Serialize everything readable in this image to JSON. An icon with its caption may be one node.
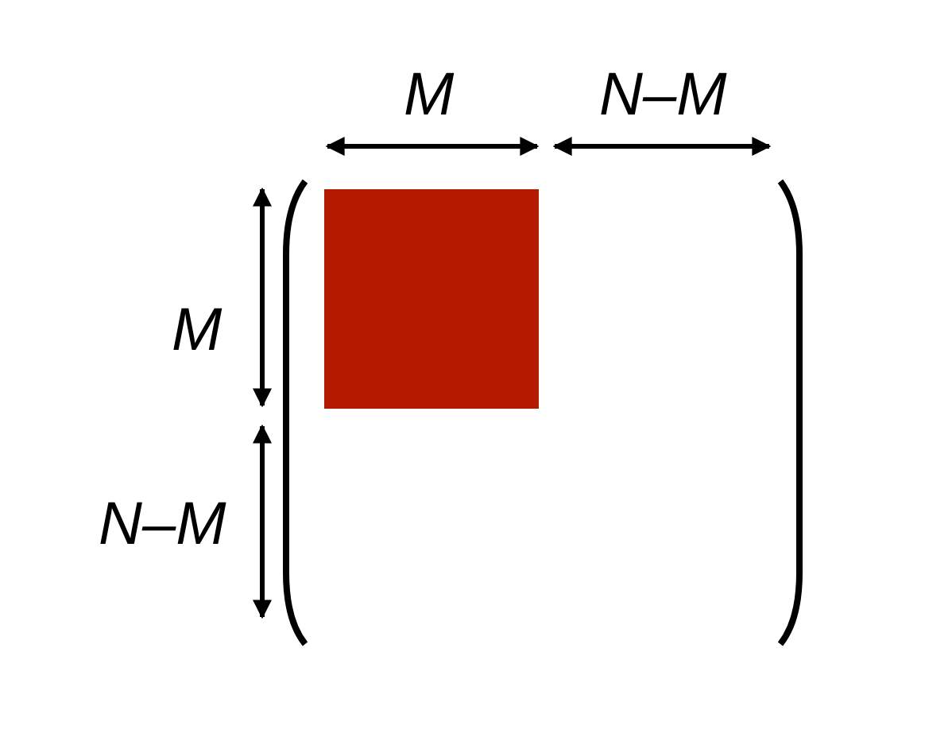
{
  "diagram": {
    "labels": [
      "M",
      "N–M",
      "M",
      "N–M"
    ]
  }
}
